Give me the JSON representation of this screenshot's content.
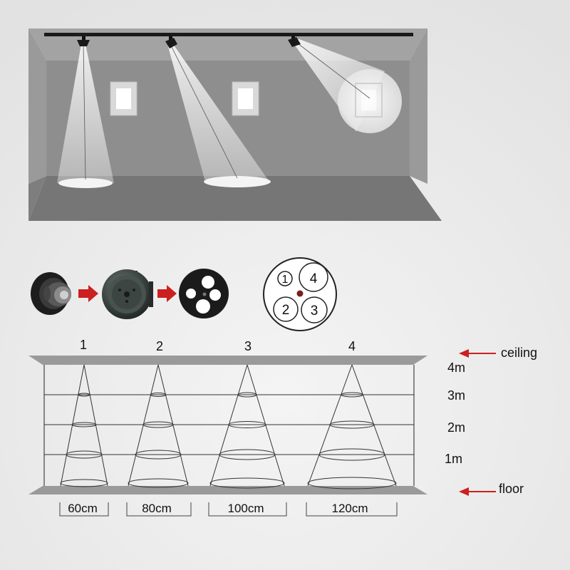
{
  "lens_positions": {
    "labels": [
      "1",
      "2",
      "3",
      "4"
    ]
  },
  "cone_numbers": [
    "1",
    "2",
    "3",
    "4"
  ],
  "distance_labels": [
    "4m",
    "3m",
    "2m",
    "1m"
  ],
  "diameter_labels": [
    "60cm",
    "80cm",
    "100cm",
    "120cm"
  ],
  "callouts": {
    "ceiling": "ceiling",
    "floor": "floor"
  },
  "colors": {
    "room_wall": "#8c8c8c",
    "room_ceiling": "#9e9e9e",
    "room_floor": "#747474",
    "track": "#1a1a1a",
    "arrow": "#cc1f1f",
    "beam_line": "#555555"
  }
}
